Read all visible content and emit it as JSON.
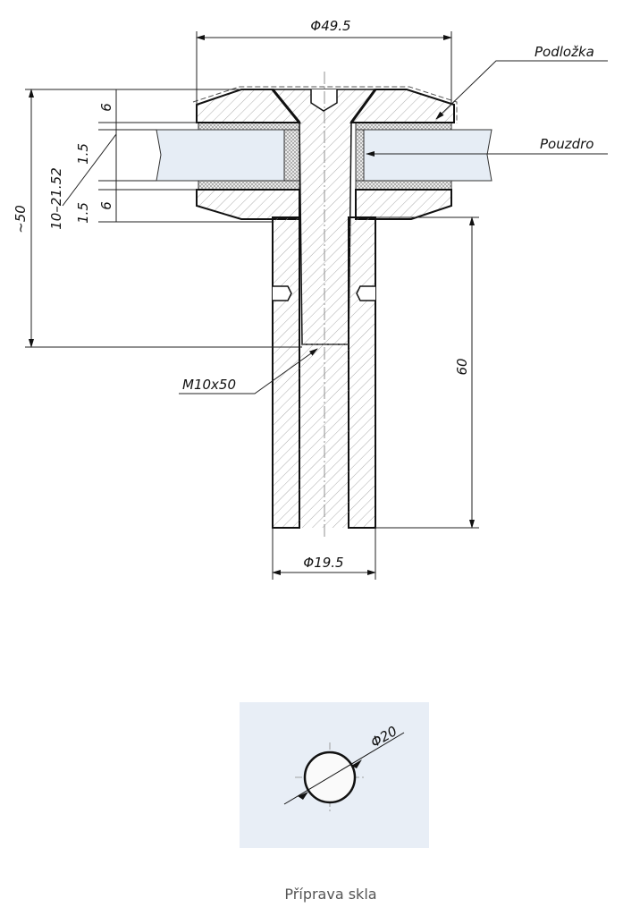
{
  "drawing": {
    "dimensions": {
      "top_diameter": "Φ49.5",
      "total_height": "~50",
      "glass_range": "10–21.52",
      "cap_top": "6",
      "gasket_top": "1.5",
      "gasket_bottom": "1.5",
      "cap_bottom": "6",
      "sleeve_length": "60",
      "sleeve_diameter": "Φ19.5",
      "thread": "M10x50"
    },
    "labels": {
      "washer": "Podložka",
      "bushing": "Pouzdro"
    },
    "glass_color": "#e6edf5"
  },
  "glass_prep": {
    "hole_diameter": "Φ20",
    "caption": "Příprava skla",
    "panel_color": "#e8eef6"
  }
}
